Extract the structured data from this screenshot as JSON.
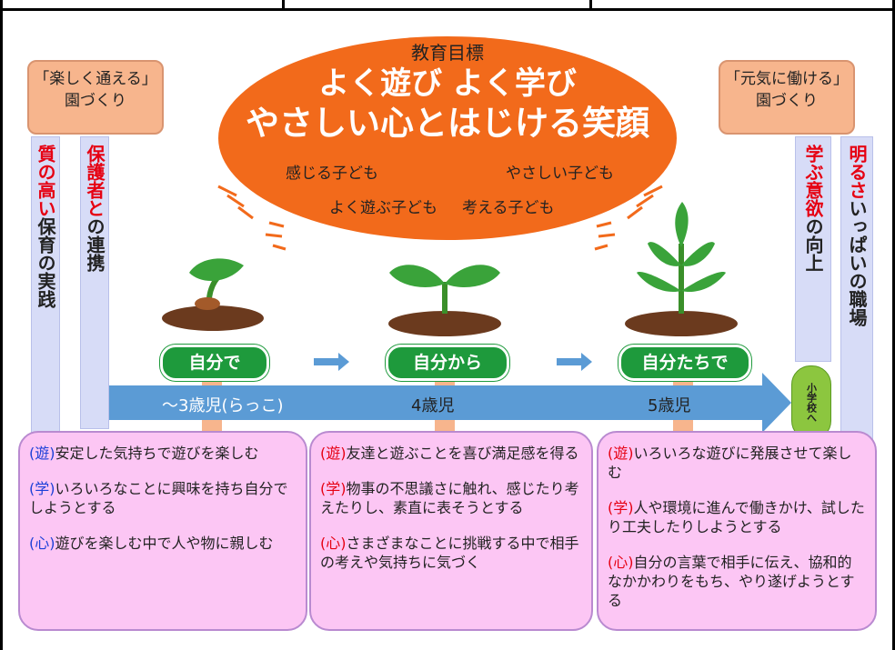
{
  "goal": {
    "label": "教育目標",
    "line1": "よく遊び よく学び",
    "line2": "やさしい心とはじける笑顔"
  },
  "children_traits": [
    "感じる子ども",
    "やさしい子ども",
    "よく遊ぶ子ども",
    "考える子ども"
  ],
  "left_box": {
    "line1": "「楽しく通える」",
    "line2": "園づくり"
  },
  "right_box": {
    "line1": "「元気に働ける」",
    "line2": "園づくり"
  },
  "left_col1": {
    "red": "質の高い",
    "black": "保育の実践"
  },
  "left_col2": {
    "red": "保護者と",
    "black": "の連携"
  },
  "right_col1": {
    "red": "学ぶ意欲",
    "black": "の向上"
  },
  "right_col2": {
    "red": "明るさ",
    "black": "いっぱいの職場"
  },
  "stages": [
    {
      "name": "自分で",
      "age": "～3歳児(らっこ)"
    },
    {
      "name": "自分から",
      "age": "4歳児"
    },
    {
      "name": "自分たちで",
      "age": "5歳児"
    }
  ],
  "school": "小学校へ",
  "cards": [
    {
      "items": [
        {
          "tag": "(遊)",
          "text": "安定した気持ちで遊びを楽しむ"
        },
        {
          "tag": "(学)",
          "text": "いろいろなことに興味を持ち自分でしようとする"
        },
        {
          "tag": "(心)",
          "text": "遊びを楽しむ中で人や物に親しむ"
        }
      ]
    },
    {
      "items": [
        {
          "tag": "(遊)",
          "text": "友達と遊ぶことを喜び満足感を得る"
        },
        {
          "tag": "(学)",
          "text": "物事の不思議さに触れ、感じたり考えたりし、素直に表そうとする"
        },
        {
          "tag": "(心)",
          "text": "さまざまなことに挑戦する中で相手の考えや気持ちに気づく"
        }
      ]
    },
    {
      "items": [
        {
          "tag": "(遊)",
          "text": "いろいろな遊びに発展させて楽しむ"
        },
        {
          "tag": "(学)",
          "text": "人や環境に進んで働きかけ、試したり工夫したりしようとする"
        },
        {
          "tag": "(心)",
          "text": "自分の言葉で相手に伝え、協和的なかかわりをもち、やり遂げようとする"
        }
      ]
    }
  ],
  "colors": {
    "oval": "#f26a1b",
    "arrow": "#5b9bd5",
    "stage": "#1e9a3c",
    "card": "#fcc6f4",
    "accent_red": "#e60012"
  }
}
